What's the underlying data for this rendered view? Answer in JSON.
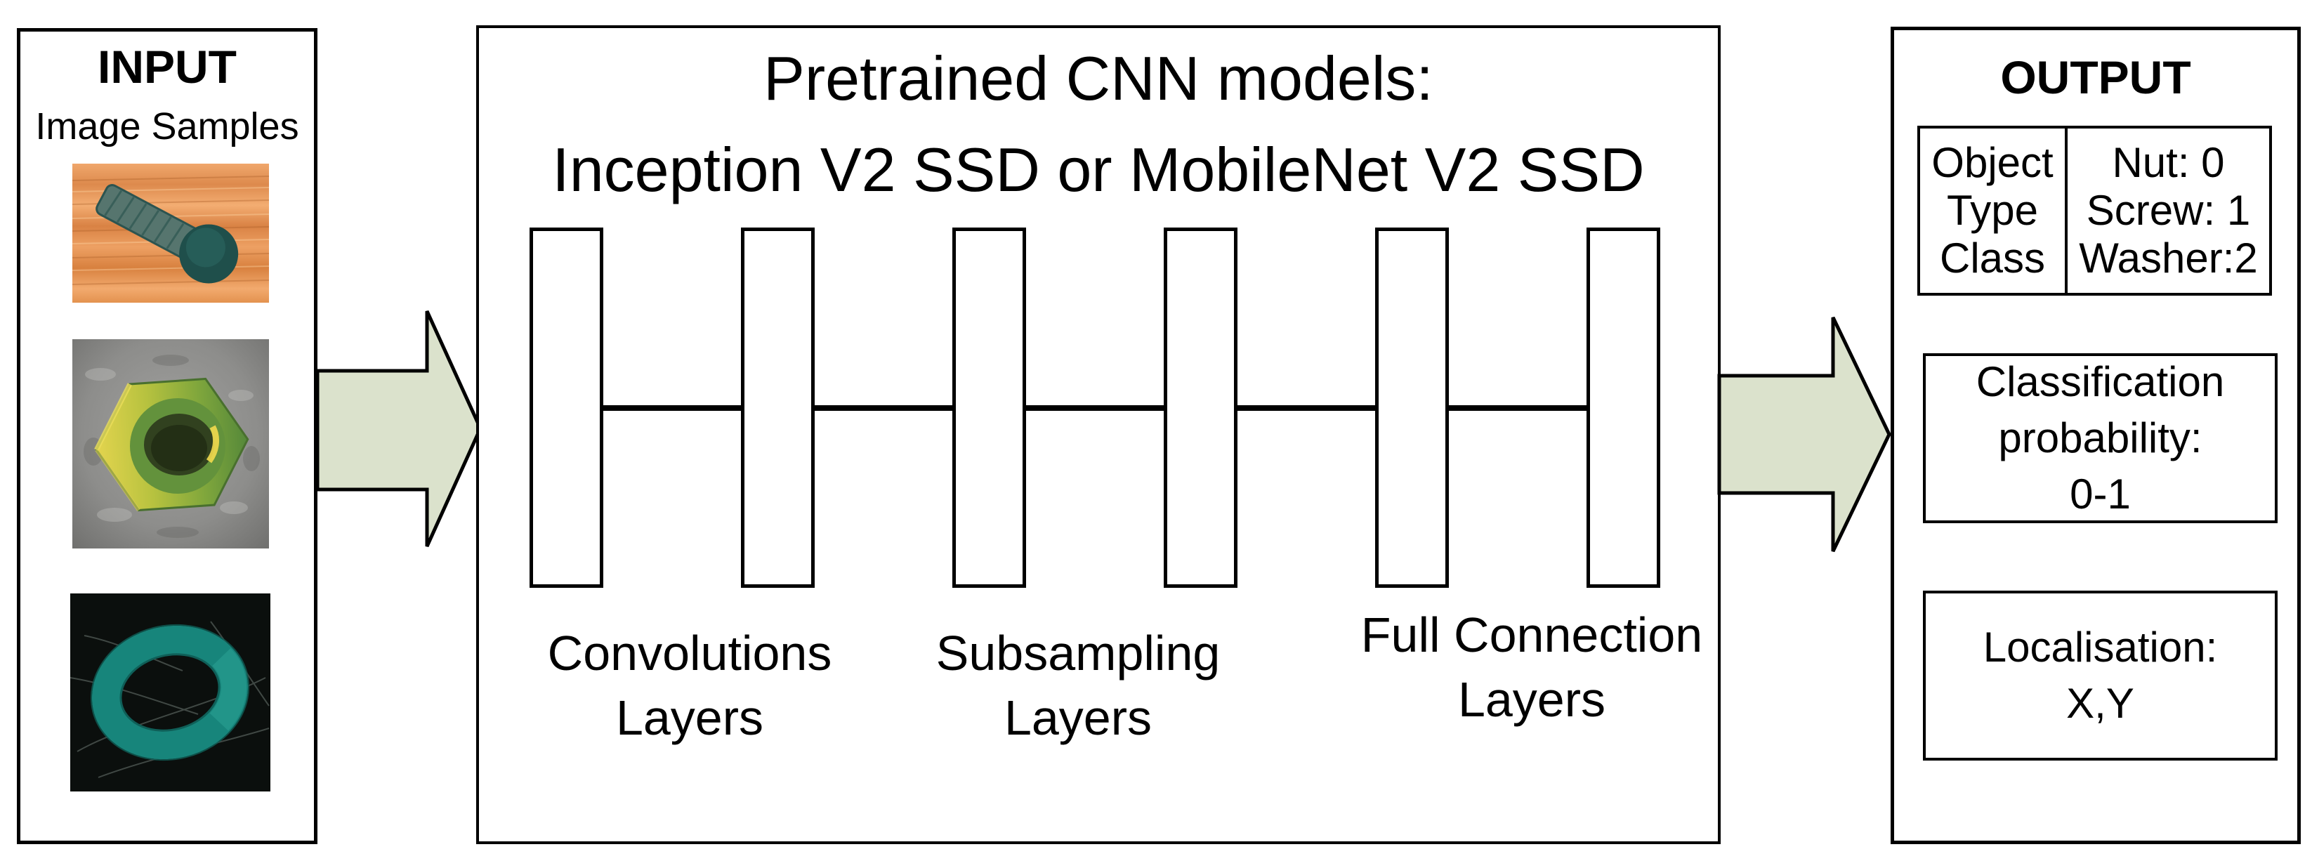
{
  "input_panel": {
    "title": "INPUT",
    "subtitle": "Image Samples",
    "samples": [
      {
        "name": "screw sample photo"
      },
      {
        "name": "nut sample photo"
      },
      {
        "name": "washer sample photo"
      }
    ]
  },
  "cnn_panel": {
    "title_line1": "Pretrained CNN models:",
    "title_line2": "Inception V2 SSD or MobileNet V2 SSD",
    "layer_count": 6,
    "layer_groups": [
      {
        "line1": "Convolutions",
        "line2": "Layers"
      },
      {
        "line1": "Subsampling",
        "line2": "Layers"
      },
      {
        "line1": "Full Connection",
        "line2": "Layers"
      }
    ]
  },
  "output_panel": {
    "title": "OUTPUT",
    "class_table": {
      "left_cell": [
        "Object",
        "Type",
        "Class"
      ],
      "right_cell": [
        "Nut: 0",
        "Screw: 1",
        "Washer:2"
      ]
    },
    "classification_box": [
      "Classification",
      "probability:",
      "0-1"
    ],
    "localisation_box": [
      "Localisation:",
      "X,Y"
    ]
  },
  "colors": {
    "arrow_fill": "#dbe2cc",
    "border": "#000000"
  }
}
